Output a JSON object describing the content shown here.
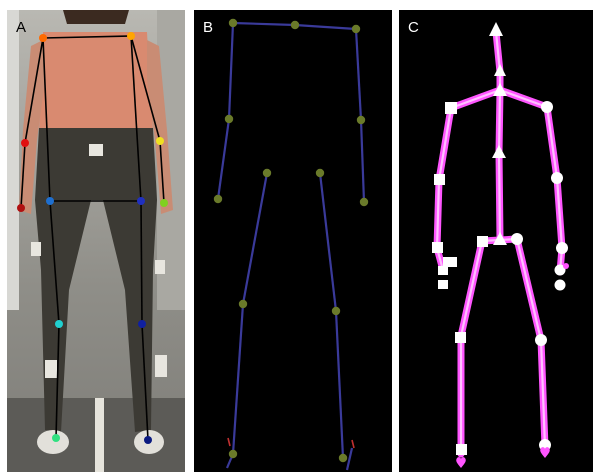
{
  "figure": {
    "panels": [
      {
        "label": "A",
        "content": "photo-with-2d-keypoints",
        "colors": {
          "background": "#9a9a94",
          "skeleton_line": "#000000"
        },
        "keypoint_colors": {
          "shoulder_left": "#ff6a00",
          "shoulder_right": "#ffa500",
          "elbow_left": "#e01010",
          "elbow_right": "#f0e020",
          "wrist_left": "#b01010",
          "wrist_right": "#80d020",
          "hip_left": "#1e6fd0",
          "hip_right": "#2030c0",
          "knee_left": "#20d0d0",
          "knee_right": "#1020a0",
          "ankle_left": "#30e080",
          "ankle_right": "#0a1a80"
        }
      },
      {
        "label": "B",
        "content": "skeleton-with-joint-markers",
        "colors": {
          "background": "#000000",
          "bone": "#3a3a9a",
          "joint": "#6a7a2a",
          "foot_marker": "#c03030"
        }
      },
      {
        "label": "C",
        "content": "skeleton-with-shape-markers",
        "colors": {
          "background": "#000000",
          "bone": "#ff55ff",
          "bone_core": "#ffc0ff",
          "marker": "#ffffff",
          "foot_marker": "#ff55ff"
        },
        "marker_icons": [
          "triangle-marker-icon",
          "square-marker-icon",
          "circle-marker-icon",
          "heart-marker-icon"
        ]
      }
    ]
  }
}
